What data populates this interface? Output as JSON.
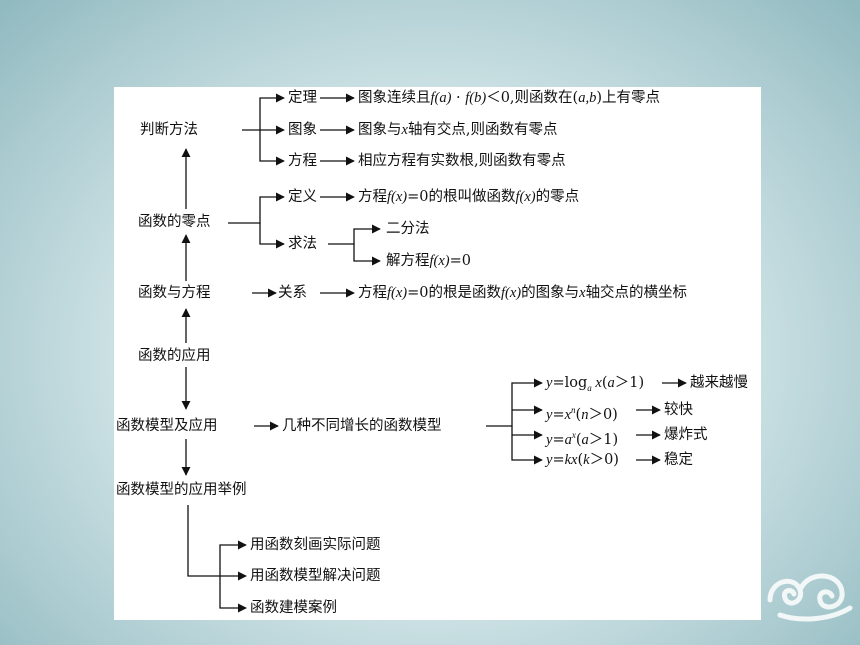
{
  "nodes": {
    "judge_methods": "判断方法",
    "theorem": "定理",
    "theorem_desc": {
      "a": "图象连续且",
      "fa": "f(a)",
      "dot": " · ",
      "fb": "f(b)",
      "b": "＜0,则函数在(",
      "ab": "a,b",
      "c": ")上有零点"
    },
    "graph": "图象",
    "graph_desc": {
      "a": "图象与",
      "x": "x",
      "b": "轴有交点,则函数有零点"
    },
    "equation": "方程",
    "equation_desc": "相应方程有实数根,则函数有零点",
    "zero_point": "函数的零点",
    "definition": "定义",
    "definition_desc": {
      "a": "方程",
      "fx": "f(x)",
      "b": "=0的根叫做函数",
      "fx2": "f(x)",
      "c": "的零点"
    },
    "method": "求法",
    "bisection": "二分法",
    "solve_eq": {
      "a": "解方程",
      "fx": "f(x)",
      "b": "=0"
    },
    "func_eq": "函数与方程",
    "relation": "关系",
    "relation_desc": {
      "a": "方程",
      "fx": "f(x)",
      "b": "=0的根是函数",
      "fx2": "f(x)",
      "c": "的图象与",
      "x": "x",
      "d": "轴交点的横坐标"
    },
    "func_app": "函数的应用",
    "model_app": "函数模型及应用",
    "growth_models": "几种不同增长的函数模型",
    "model_log": {
      "y": "y",
      "eq": "=log",
      "sub": "a",
      "x": " x",
      "p1": "(",
      "a": "a",
      "rest": "＞1)"
    },
    "model_pow": {
      "y": "y",
      "eq": "=",
      "x": "x",
      "sup": "n",
      "p1": "(",
      "n": "n",
      "rest": "＞0)"
    },
    "model_exp": {
      "y": "y",
      "eq": "=",
      "a": "a",
      "sup": "x",
      "p1": "(",
      "a2": "a",
      "rest": "＞1)"
    },
    "model_lin": {
      "y": "y",
      "eq": "=",
      "kx": "kx",
      "p1": "(",
      "k": "k",
      "rest": "＞0)"
    },
    "slower": "越来越慢",
    "faster": "较快",
    "explosive": "爆炸式",
    "stable": "稳定",
    "model_examples": "函数模型的应用举例",
    "ex1": "用函数刻画实际问题",
    "ex2": "用函数模型解决问题",
    "ex3": "函数建模案例"
  },
  "colors": {
    "line": "#111111",
    "card": "#ffffff"
  }
}
